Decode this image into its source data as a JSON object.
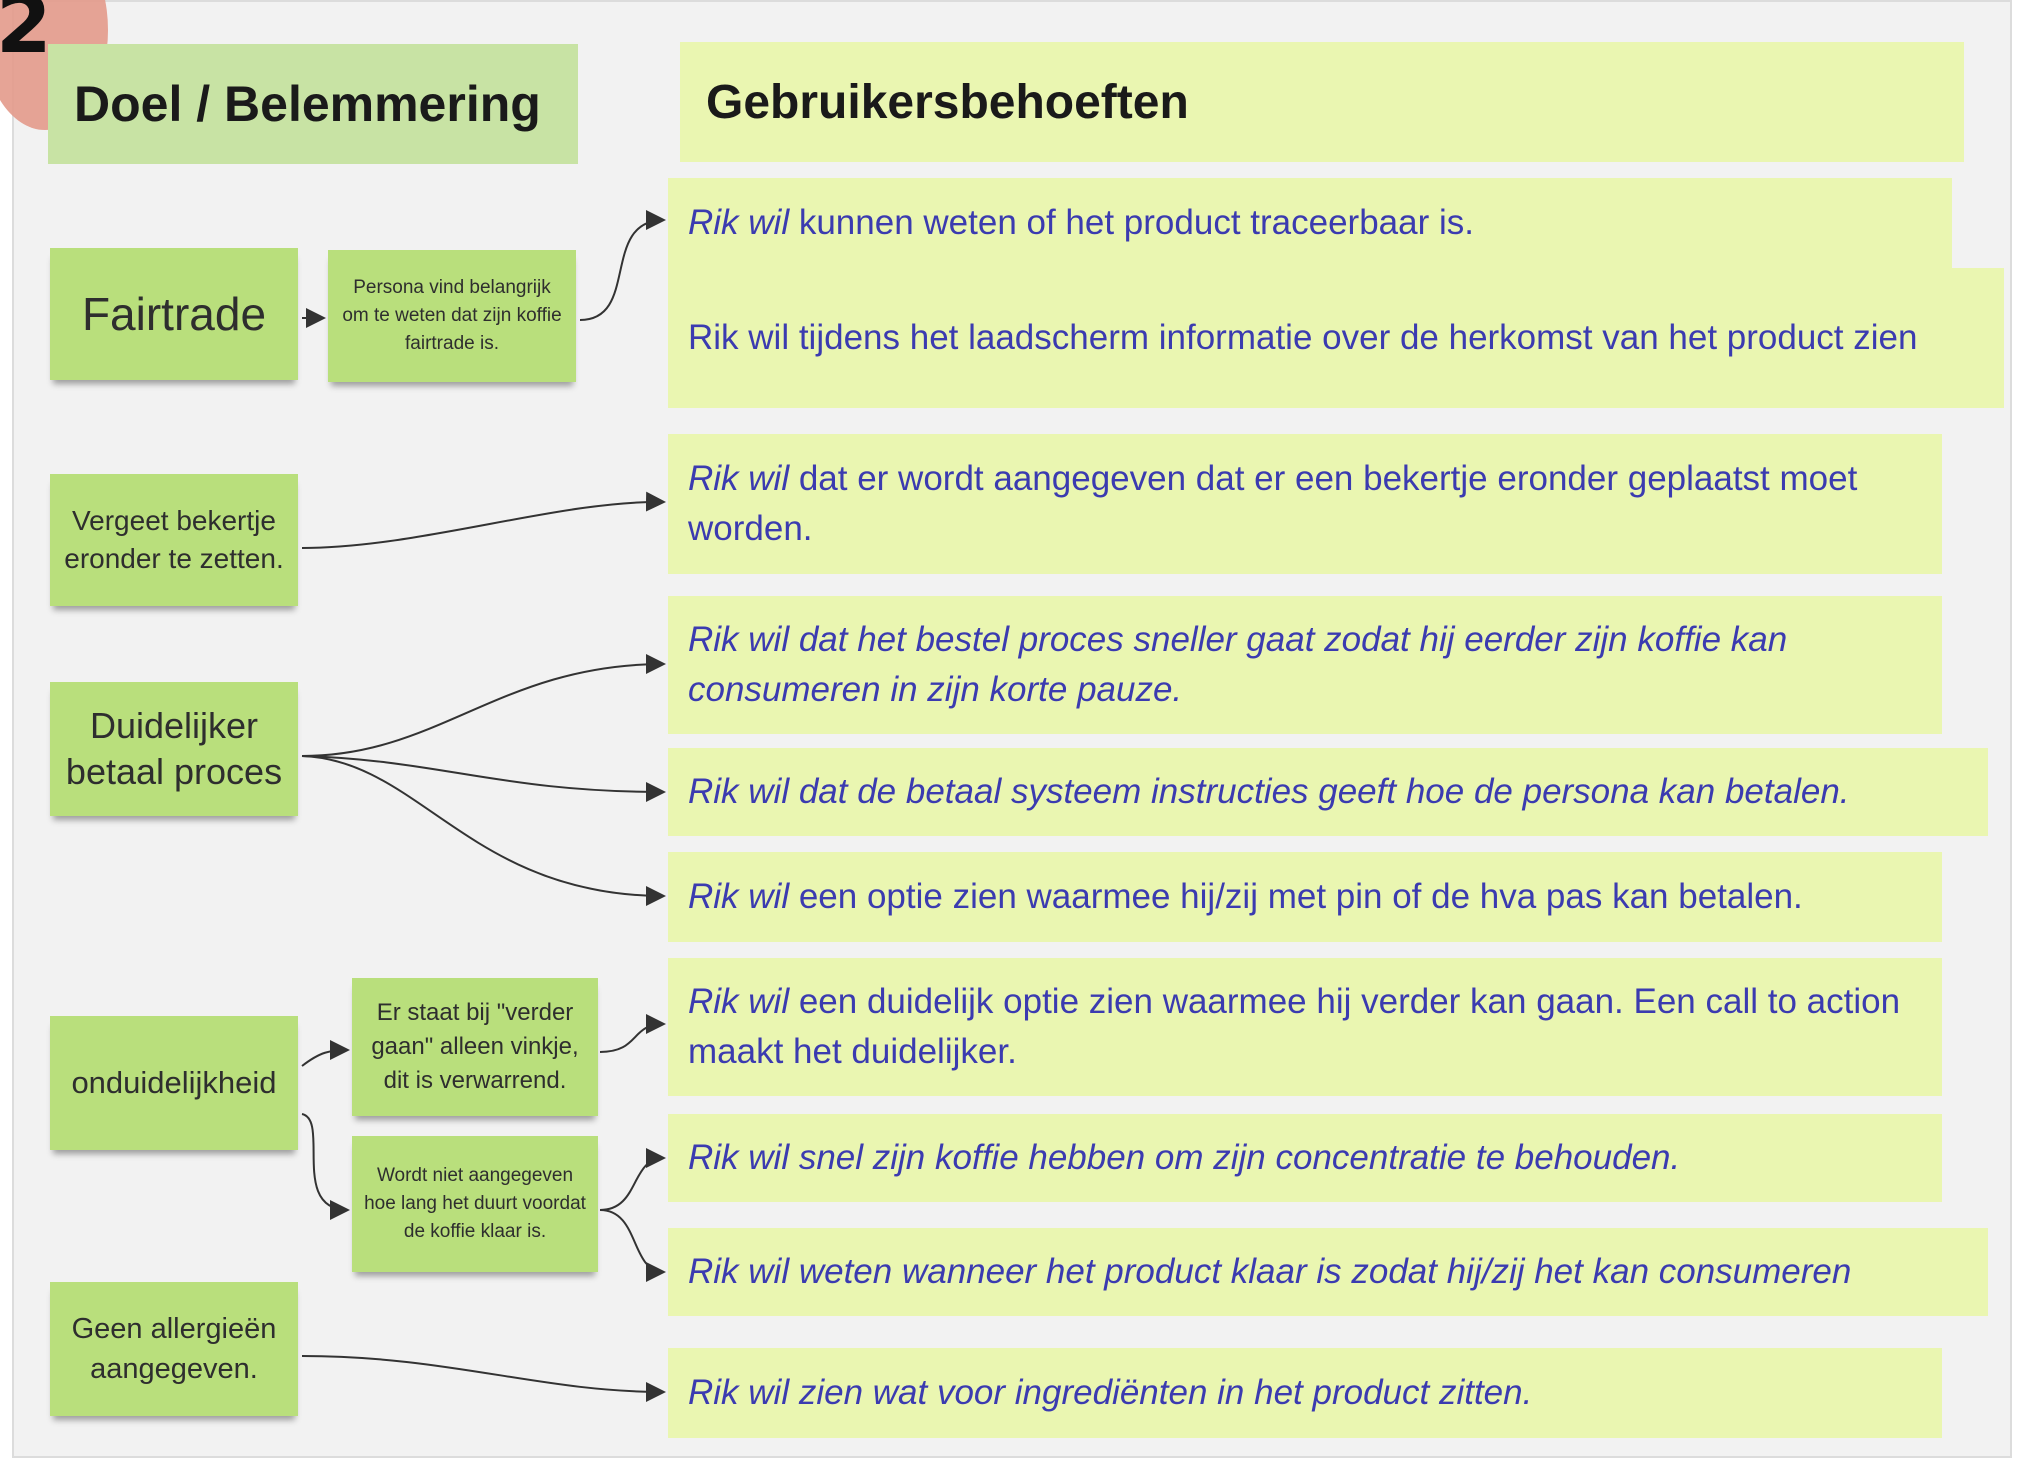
{
  "corner_number": "2",
  "headers": {
    "left": "Doel / Belemmering",
    "right": "Gebruikersbehoeften"
  },
  "goals": [
    {
      "id": "fairtrade",
      "label": "Fairtrade"
    },
    {
      "id": "bekertje",
      "label": "Vergeet bekertje eronder te zetten."
    },
    {
      "id": "betaal",
      "label": "Duidelijker betaal proces"
    },
    {
      "id": "onduidelijk",
      "label": "onduidelijkheid"
    },
    {
      "id": "allergie",
      "label": "Geen allergieën aangegeven."
    }
  ],
  "sub_notes": [
    {
      "id": "persona",
      "label": "Persona vind belangrijk om te weten dat zijn koffie fairtrade is."
    },
    {
      "id": "vinkje",
      "label": "Er staat bij \"verder gaan\" alleen vinkje, dit is verwarrend."
    },
    {
      "id": "duurt",
      "label": "Wordt niet aangegeven hoe lang het duurt voordat de koffie klaar is."
    }
  ],
  "needs": [
    {
      "lead": "Rik wil",
      "rest": " kunnen weten of het product traceerbaar is."
    },
    {
      "lead": "",
      "rest": "Rik wil tijdens het laadscherm informatie over de herkomst van het product zien"
    },
    {
      "lead": "Rik wil",
      "rest": " dat er wordt aangegeven dat er een bekertje eronder geplaatst moet worden."
    },
    {
      "lead": "Rik wil dat het bestel proces sneller gaat zodat hij eerder zijn koffie kan consumeren in zijn korte pauze.",
      "rest": ""
    },
    {
      "lead": "Rik wil dat de betaal systeem instructies geeft hoe de persona kan betalen.",
      "rest": ""
    },
    {
      "lead": "Rik wil",
      "rest": " een optie zien waarmee hij/zij met pin of de hva pas kan betalen."
    },
    {
      "lead": "Rik wil",
      "rest": " een duidelijk optie zien waarmee hij verder kan gaan. Een call to action maakt het duidelijker."
    },
    {
      "lead": "Rik wil snel zijn koffie hebben om zijn concentratie te behouden.",
      "rest": ""
    },
    {
      "lead": "Rik wil weten wanneer het product klaar is zodat hij/zij het kan consumeren",
      "rest": ""
    },
    {
      "lead": "Rik wil zien wat voor ingrediënten in het product zitten.",
      "rest": ""
    }
  ],
  "colors": {
    "goal_note": "#b9df7c",
    "need_note": "#eaf6b1",
    "header_left": "#c8e3a4",
    "need_text": "#3b3bb0"
  }
}
